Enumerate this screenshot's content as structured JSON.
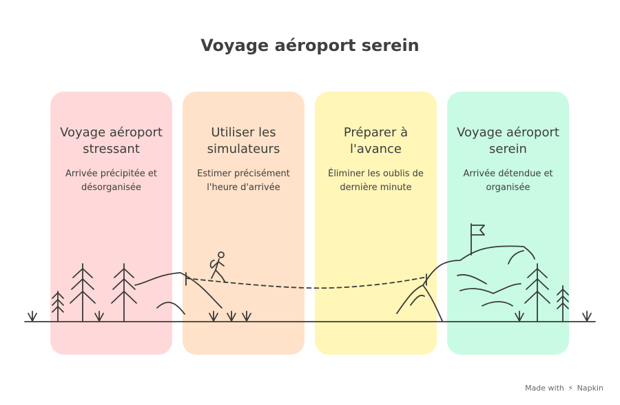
{
  "title": "Voyage aéroport serein",
  "panels": [
    {
      "title": "Voyage aéroport stressant",
      "desc": "Arrivée précipitée et désorganisée",
      "color": "#ffd9d9"
    },
    {
      "title": "Utiliser les simulateurs",
      "desc": "Estimer précisément l'heure d'arrivée",
      "color": "#ffe2c9"
    },
    {
      "title": "Préparer à l'avance",
      "desc": "Éliminer les oublis de dernière minute",
      "color": "#fff6b8"
    },
    {
      "title": "Voyage aéroport serein",
      "desc": "Arrivée détendue et organisée",
      "color": "#c9fbe4"
    }
  ],
  "footer": {
    "made_with": "Made with",
    "brand": "Napkin"
  }
}
